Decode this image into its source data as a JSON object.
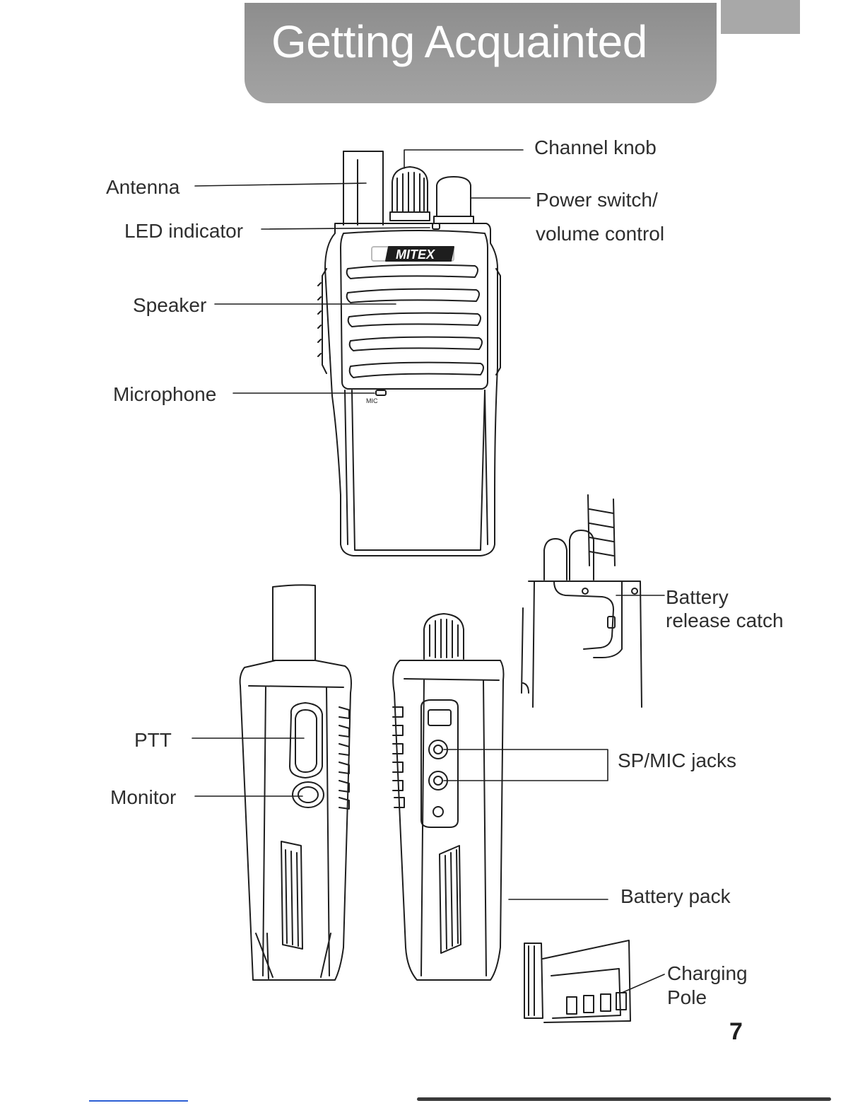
{
  "header": {
    "title": "Getting Acquainted"
  },
  "labels": {
    "channel_knob": "Channel knob",
    "antenna": "Antenna",
    "power_switch_line1": "Power switch/",
    "power_switch_line2": "volume control",
    "led_indicator": "LED indicator",
    "speaker": "Speaker",
    "microphone": "Microphone",
    "battery_release_line1": "Battery",
    "battery_release_line2": "release catch",
    "ptt": "PTT",
    "monitor": "Monitor",
    "sp_mic_jacks": "SP/MIC jacks",
    "battery_pack": "Battery pack",
    "charging_pole_line1": "Charging",
    "charging_pole_line2": "Pole"
  },
  "radio": {
    "brand": "MITEX",
    "mic_mark": "MIC"
  },
  "footer": {
    "page_number": "7"
  }
}
